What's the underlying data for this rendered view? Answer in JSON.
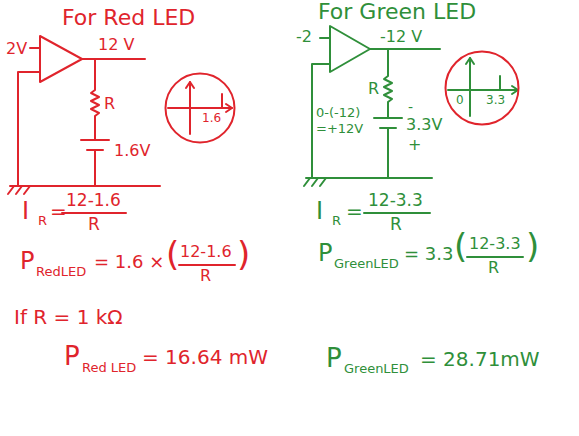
{
  "diagram": {
    "nodes": [
      {
        "text": [
          "1.6"
        ]
      },
      {
        "text": [
          "0",
          "3.3"
        ]
      }
    ],
    "labels": [
      "For Red LED",
      "2V",
      "12 V",
      "R",
      "1.6V",
      "I",
      "R",
      "=",
      "12-1.6",
      "R",
      "P",
      "RedLED",
      "= 1.6 ×",
      "(",
      "12-1.6",
      "R",
      ")",
      "If R = 1 kΩ",
      "P",
      "Red LED",
      "= 16.64 mW",
      "For Green LED",
      "-2",
      "-12 V",
      "R",
      "0-(-12)",
      "=+12V",
      "-",
      "3.3V",
      "+",
      "I",
      "R",
      "=",
      "12-3.3",
      "R",
      "P",
      "GreenLED",
      "= 3.3",
      "(",
      "12-3.3",
      "R",
      ")",
      "P",
      "GreenLED",
      "= 28.71mW"
    ]
  }
}
